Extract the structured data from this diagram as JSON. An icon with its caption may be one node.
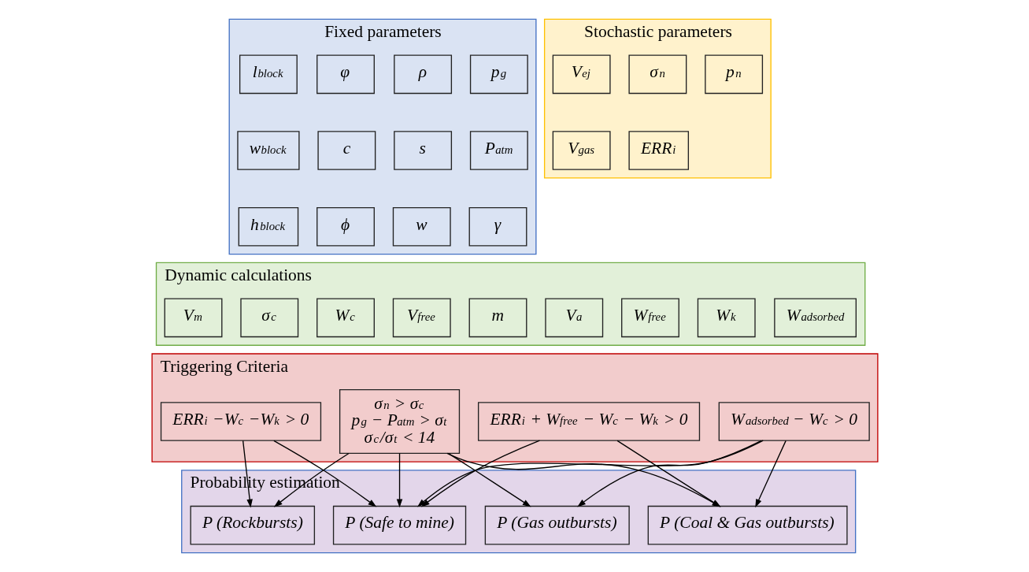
{
  "diagram": {
    "nodes": [
      {
        "text": [
          "Fixed parameters"
        ]
      },
      {
        "text": [
          "l$_{block}$"
        ],
        "in": 0
      },
      {
        "text": [
          "φ"
        ],
        "in": 0
      },
      {
        "text": [
          "ρ"
        ],
        "in": 0
      },
      {
        "text": [
          "p$_{g}$"
        ],
        "in": 0
      },
      {
        "text": [
          "w$_{block}$"
        ],
        "in": 0
      },
      {
        "text": [
          "c"
        ],
        "in": 0
      },
      {
        "text": [
          "s"
        ],
        "in": 0
      },
      {
        "text": [
          "P$_{atm}$"
        ],
        "in": 0
      },
      {
        "text": [
          "h$_{block}$"
        ],
        "in": 0
      },
      {
        "text": [
          "ϕ"
        ],
        "in": 0
      },
      {
        "text": [
          "w"
        ],
        "in": 0
      },
      {
        "text": [
          "γ"
        ],
        "in": 0
      },
      {
        "text": [
          "Stochastic parameters"
        ]
      },
      {
        "text": [
          "V$_{ej}$"
        ],
        "in": 13
      },
      {
        "text": [
          "σ$_{n}$"
        ],
        "in": 13
      },
      {
        "text": [
          "p$^{n}$"
        ],
        "in": 13
      },
      {
        "text": [
          "V$_{gas}$"
        ],
        "in": 13
      },
      {
        "text": [
          "ERR$_{i}$"
        ],
        "in": 13
      },
      {
        "text": [
          "Dynamic calculations"
        ]
      },
      {
        "text": [
          "V$_{m}$"
        ],
        "in": 19
      },
      {
        "text": [
          "σ$_{c}$"
        ],
        "in": 19
      },
      {
        "text": [
          "W$_{c}$"
        ],
        "in": 19
      },
      {
        "text": [
          "V$_{free}$"
        ],
        "in": 19
      },
      {
        "text": [
          "m"
        ],
        "in": 19
      },
      {
        "text": [
          "V$_{a}$"
        ],
        "in": 19
      },
      {
        "text": [
          "W$_{free}$"
        ],
        "in": 19
      },
      {
        "text": [
          "W$_{k}$"
        ],
        "in": 19
      },
      {
        "text": [
          "W$_{adsorbed}$"
        ],
        "in": 19
      },
      {
        "text": [
          "Triggering Criteria"
        ]
      },
      {
        "text": [
          "σ$_{n}$ > σ$_{c}$",
          "p$_{g}$ − P$_{atm}$ > σ$_{t}$",
          "σ$_{c}$/σ$_{t}$ < 14"
        ],
        "in": 29
      },
      {
        "text": [
          "ERR$_{i}$ −W$_{c}$ −W$_{k}$ > 0"
        ],
        "in": 29
      },
      {
        "text": [
          "ERR$_{i}$ + W$_{free}$ − W$_{c}$ − W$_{k}$ > 0"
        ],
        "in": 29
      },
      {
        "text": [
          "W$_{adsorbed}$ − W$_{c}$ > 0"
        ],
        "in": 29
      },
      {
        "text": [
          "Probability estimation"
        ]
      },
      {
        "text": [
          "P (Rockbursts)"
        ],
        "in": 34
      },
      {
        "text": [
          "P (Safe to mine)"
        ],
        "in": 34
      },
      {
        "text": [
          "P (Coal & Gas outbursts)"
        ],
        "in": 34
      },
      {
        "text": [
          "P (Gas outbursts)"
        ],
        "in": 34
      }
    ],
    "edges": [
      {
        "from": 30,
        "to": 35,
        "arrow": "to"
      },
      {
        "from": 30,
        "to": 36,
        "arrow": "to"
      },
      {
        "from": 30,
        "to": 37,
        "arrow": "to"
      },
      {
        "from": 30,
        "to": 38,
        "arrow": "to"
      },
      {
        "from": 31,
        "to": 35,
        "arrow": "to"
      },
      {
        "from": 31,
        "to": 36,
        "arrow": "to"
      },
      {
        "from": 32,
        "to": 36,
        "arrow": "to"
      },
      {
        "from": 33,
        "to": 36,
        "arrow": "to"
      },
      {
        "from": 32,
        "to": 37,
        "arrow": "to"
      },
      {
        "from": 33,
        "to": 37,
        "arrow": "to"
      },
      {
        "from": 33,
        "to": 38,
        "arrow": "to"
      }
    ]
  }
}
